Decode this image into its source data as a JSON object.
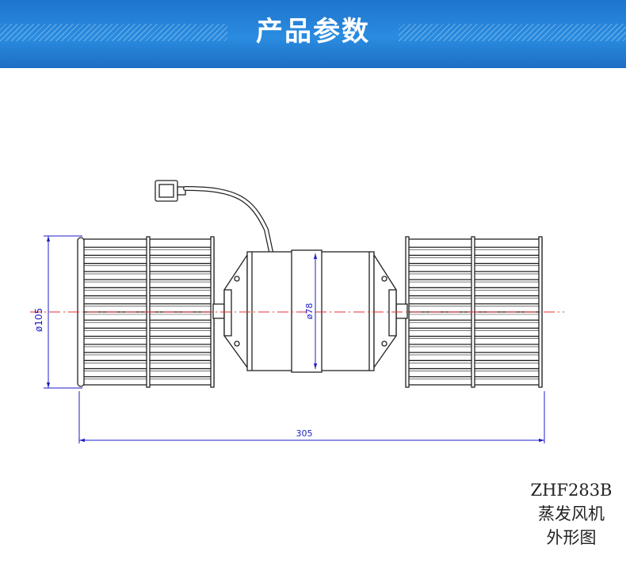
{
  "banner": {
    "title": "产品参数"
  },
  "dimensions": {
    "fan_diameter": "ø105",
    "motor_diameter": "ø78",
    "overall_length": "305"
  },
  "caption": {
    "model": "ZHF283B",
    "name": "蒸发风机",
    "view": "外形图"
  },
  "colors": {
    "banner": "#2a8ce0",
    "dimension_line": "#1e1ec8",
    "centerline": "#e03030",
    "outline": "#222222"
  }
}
